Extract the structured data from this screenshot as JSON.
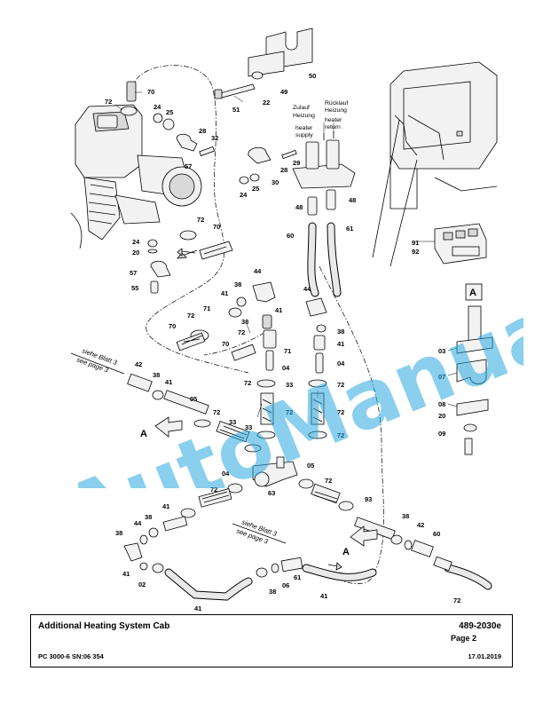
{
  "title_block": {
    "title": "Additional Heating System Cab",
    "doc_number": "489-2030e",
    "page": "Page 2",
    "model": "PC 3000-6 SN:06 354",
    "date": "17.01.2019"
  },
  "annotations": {
    "zulauf": "Zulauf",
    "heizung1": "Heizung",
    "heater_supply_1": "heater",
    "heater_supply_2": "supply",
    "ruecklauf": "Rücklauf",
    "heizung2": "Heizung",
    "heater_return_1": "heater",
    "heater_return_2": "return",
    "siehe_blatt_left": "siehe Blatt 3",
    "see_page_left": "see page 3",
    "siehe_blatt_bottom": "siehe Blatt 3",
    "see_page_bottom": "see page 3",
    "view_a_left": "A",
    "view_a_bottom": "A",
    "view_a_box": "A"
  },
  "part_labels": [
    "70",
    "72",
    "24",
    "25",
    "28",
    "32",
    "57",
    "24",
    "20",
    "57",
    "55",
    "72",
    "70",
    "50",
    "49",
    "22",
    "51",
    "29",
    "28",
    "30",
    "25",
    "24",
    "48",
    "48",
    "60",
    "61",
    "91",
    "92",
    "03",
    "07",
    "08",
    "20",
    "09",
    "44",
    "38",
    "41",
    "72",
    "71",
    "38",
    "41",
    "70",
    "72",
    "04",
    "70",
    "72",
    "44",
    "38",
    "41",
    "71",
    "04",
    "42",
    "38",
    "41",
    "05",
    "72",
    "33",
    "72",
    "33",
    "72",
    "72",
    "72",
    "33",
    "72",
    "05",
    "93",
    "63",
    "72",
    "04",
    "41",
    "38",
    "44",
    "38",
    "41",
    "02",
    "41",
    "38",
    "06",
    "61",
    "41",
    "38",
    "42",
    "60",
    "72"
  ],
  "watermark": "AutoManual"
}
